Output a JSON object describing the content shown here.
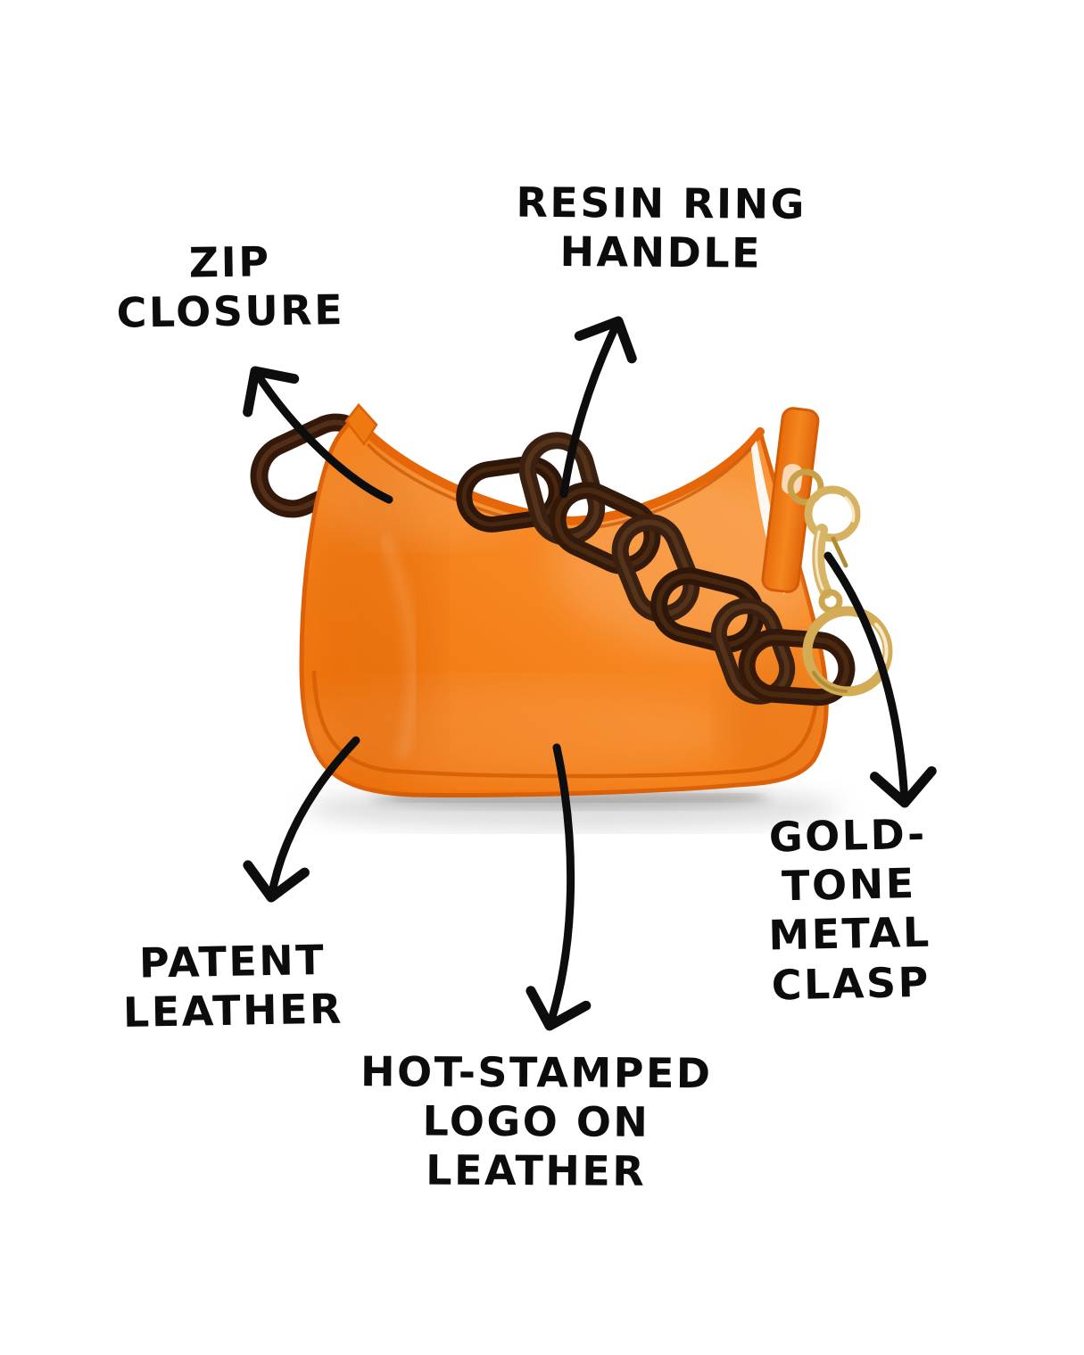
{
  "page": {
    "type": "annotated-product-diagram",
    "background": "#ffffff",
    "subject": "Orange patent leather shoulder bag with dark resin chain handle and gold-tone hardware"
  },
  "colors": {
    "bag_orange": "#f5821c",
    "bag_orange_light": "#f99b40",
    "bag_piping": "#dd6108",
    "chain_brown": "#34190b",
    "gold": "#d3ac55",
    "ink": "#0d0d0d"
  },
  "annotations": {
    "resin_ring_handle": {
      "text": "RESIN RING\nHANDLE",
      "points_to": "chain handle over top of bag"
    },
    "zip_closure": {
      "text": "ZIP\nCLOSURE",
      "points_to": "top opening seam of bag"
    },
    "gold_tone_metal_clasp": {
      "text": "GOLD-TONE\nMETAL CLASP",
      "points_to": "gold clasp and rings on right side"
    },
    "patent_leather": {
      "text": "PATENT\nLEATHER",
      "points_to": "glossy lower-left body of bag"
    },
    "hot_stamped_logo": {
      "text": "HOT-STAMPED\nLOGO ON\nLEATHER",
      "points_to": "lower-center front panel of bag"
    }
  }
}
